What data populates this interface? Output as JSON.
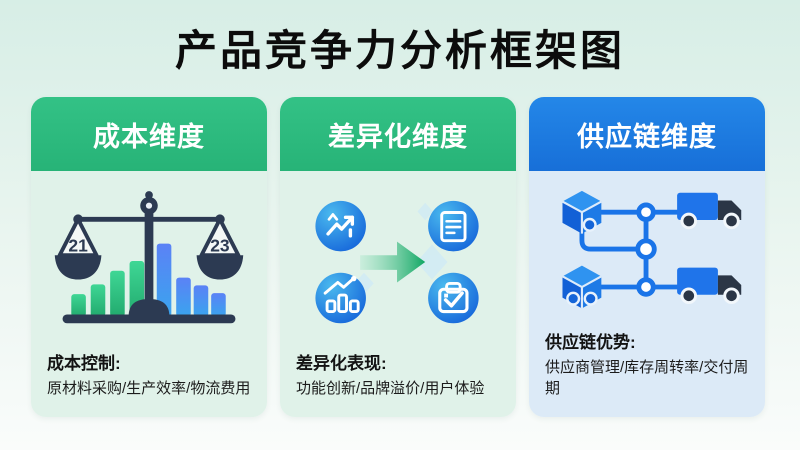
{
  "title": "产品竞争力分析框架图",
  "colors": {
    "header_green": "#2ab377",
    "header_blue": "#1b7ce2",
    "body_green": "#e0f2e9",
    "body_blue": "#dceaf7",
    "scale_navy": "#2c3a52",
    "bar_green": "#2fc588",
    "bar_blue": "#4a7bf2",
    "link_blue": "#1a74e8",
    "arrow_green": "#12a864",
    "icon_circle_blue": "#1668dc"
  },
  "cards": [
    {
      "id": "cost",
      "header": "成本维度",
      "icons": [
        "balance-scale-icon",
        "green-bars-icon",
        "blue-bars-icon"
      ],
      "scale": {
        "left_pan_value": "21",
        "right_pan_value": "23"
      },
      "label": "成本控制:",
      "description": "原材料采购/生产效率/物流费用"
    },
    {
      "id": "differentiation",
      "header": "差异化维度",
      "icons": [
        "trend-line-icon",
        "bar-chart-growth-icon",
        "arrow-right-icon",
        "document-icon",
        "clipboard-check-icon"
      ],
      "label": "差异化表现:",
      "description": "功能创新/品牌溢价/用户体验"
    },
    {
      "id": "supply-chain",
      "header": "供应链维度",
      "icons": [
        "package-box-icon",
        "truck-icon",
        "network-link-icon"
      ],
      "label": "供应链优势:",
      "description": "供应商管理/库存周转率/交付周期"
    }
  ]
}
